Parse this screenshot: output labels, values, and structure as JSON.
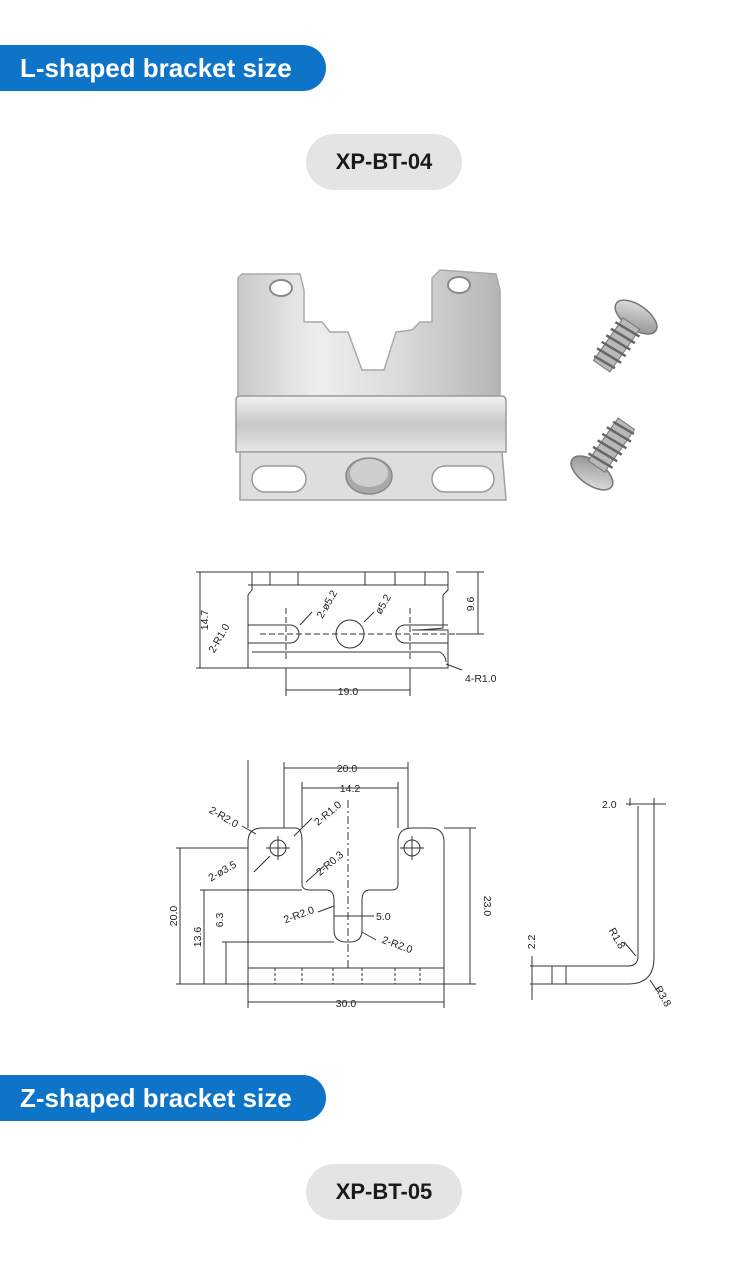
{
  "sections": [
    {
      "title": "L-shaped bracket size",
      "model": "XP-BT-04"
    },
    {
      "title": "Z-shaped bracket size",
      "model": "XP-BT-05"
    }
  ],
  "drawing_top": {
    "labels": {
      "height_total": "14.7",
      "slot_radius_left": "2-R1.0",
      "hole_pair": "2-ø5.2",
      "hole_center": "ø5.2",
      "height_right": "9.6",
      "corner_radius": "4-R1.0",
      "slot_spacing": "19.0"
    }
  },
  "drawing_front": {
    "labels": {
      "top_width": "20.0",
      "hole_spacing": "14.2",
      "corner_r2": "2-R2.0",
      "small_r": "2-R1.0",
      "hole_dia": "2-ø3.5",
      "notch_r": "2-R0.3",
      "notch_r2": "2-R2.0",
      "notch_width": "5.0",
      "notch_bottom_r": "2-R2.0",
      "height_20": "20.0",
      "height_13": "13.6",
      "height_6": "6.3",
      "height_23": "23.0",
      "base_width": "30.0"
    }
  },
  "drawing_side": {
    "labels": {
      "thickness": "2.0",
      "foot_height": "2.2",
      "inner_r": "R1.8",
      "outer_r": "R3.8"
    }
  }
}
